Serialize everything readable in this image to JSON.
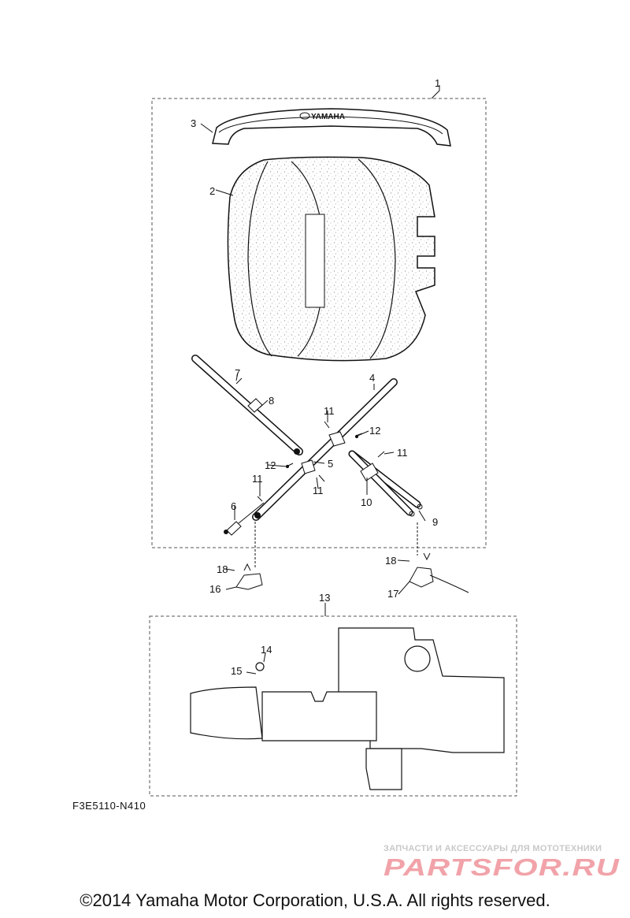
{
  "callouts": [
    "1",
    "2",
    "3",
    "4",
    "5",
    "6",
    "7",
    "8",
    "9",
    "10",
    "11",
    "11",
    "11",
    "11",
    "12",
    "12",
    "13",
    "14",
    "15",
    "16",
    "17",
    "18",
    "18"
  ],
  "badge_text": "YAMAHA",
  "diagram_code": "F3E5110-N410",
  "watermark": {
    "tagline": "ЗАПЧАСТИ И АКСЕССУАРЫ ДЛЯ МОТОТЕХНИКИ",
    "logo_text": "PARTSFOR.RU",
    "color": "#f1a3a9"
  },
  "copyright": "©2014 Yamaha Motor Corporation, U.S.A. All rights reserved."
}
